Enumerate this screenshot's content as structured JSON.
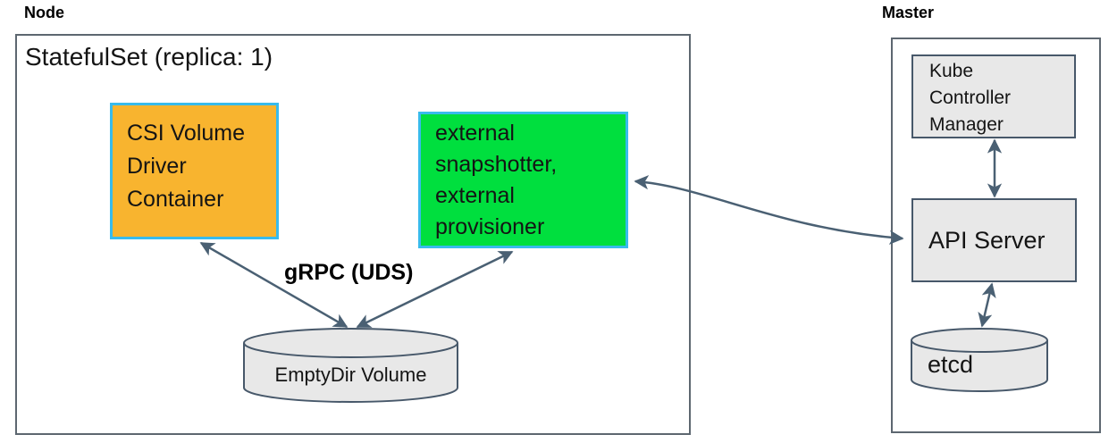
{
  "colors": {
    "arrow": "#4a6073",
    "outer-border": "#5d6770",
    "inner-border": "#47586a",
    "gray-fill": "#e8e8e8",
    "orange-fill": "#f8b42f",
    "green-fill": "#00df3e",
    "accent-border": "#38bbec",
    "text": "#141414"
  },
  "node": {
    "label": "Node",
    "statefulset_title": "StatefulSet (replica: 1)",
    "csi_box": {
      "lines": [
        "CSI Volume",
        "Driver",
        "Container"
      ]
    },
    "sidecar_box": {
      "lines": [
        "external",
        "snapshotter,",
        "external",
        "provisioner"
      ]
    },
    "grpc_label": "gRPC (UDS)",
    "emptydir_label": "EmptyDir Volume"
  },
  "master": {
    "label": "Master",
    "kcm_box": {
      "lines": [
        "Kube",
        "Controller",
        "Manager"
      ]
    },
    "api_server_label": "API Server",
    "etcd_label": "etcd"
  }
}
